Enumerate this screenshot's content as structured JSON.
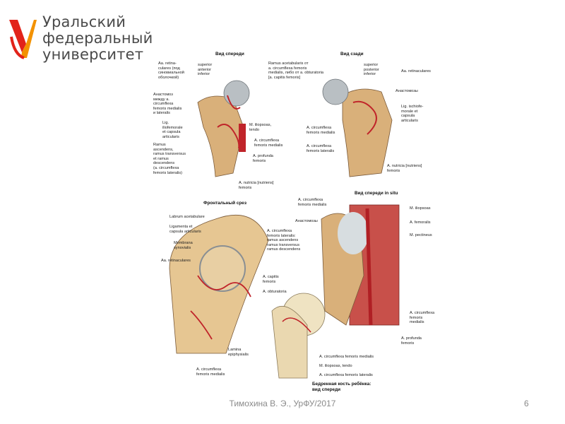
{
  "logo": {
    "lines": [
      "Уральский",
      "федеральный",
      "университет"
    ],
    "colors": {
      "red": "#e2231a",
      "orange": "#f39200",
      "text": "#4a4a4a"
    }
  },
  "plate": {
    "titles": {
      "front": "Вид спереди",
      "back": "Вид сзади",
      "frontal_section": "Фронтальный срез",
      "in_situ": "Вид спереди in situ",
      "child": "Бедренная кость ребёнка:\nвид спереди"
    },
    "labels": {
      "aa_retinaculares_front": "Aa. retina-\nculares (под\nсиновиальной\nоболочкой)",
      "sup_ant_inf": "superior\nanterior\ninferior",
      "ramus_acetabularis": "Ramus acetabularis от\na. circumflexa femoris\nmedialis, либо от a. obturatoria\n[a. capitis femoris]",
      "sup_post_inf": "superior\nposterior\ninferior",
      "aa_retinaculares_back": "Aa. retinaculares",
      "anastomosis_front": "Анастомоз\nмежду a.\ncircumflexa\nfemoris medialis\nи lateralis",
      "anastomoses_back": "Анастомозы",
      "lig_iliofemorale": "Lig.\niliofemorale\net capsula\narticularis",
      "m_iliopsoas_tendo": "M. iliopsoas,\ntendo",
      "lig_ischiofemorale": "Lig. ischiofe-\nmorale et\ncapsula\narticularis",
      "ramus_ascendens_front": "Ramus\nascendens,\nramus transversus\net ramus\ndescendens\n(a. circumflexa\nfemoris lateralis)",
      "a_circ_fem_med_front": "A. circumflexa\nfemoris medialis",
      "a_circ_fem_med_back": "A. circumflexa\nfemoris medialis",
      "a_circ_fem_lat_back": "A. circumflexa\nfemoris lateralis",
      "a_profunda_front": "A. profunda\nfemoris",
      "a_nutricia_front": "A. nutricia [nutriens]\nfemoris",
      "a_nutricia_back": "A. nutricia [nutriens]\nfemoris",
      "labrum": "Labrum acetabulare",
      "ligamenta_capsula": "Ligamenta et\ncapsula articularis",
      "membrana_synovialis": "Membrana\nsynovialis",
      "aa_retinaculares_section": "Aa. retinaculares",
      "a_capitis_femoris": "A. capitis\nfemoris",
      "a_obturatoria": "A. obturatoria",
      "lamina_epiphysialis": "Lamina\nepiphysialis",
      "a_circ_fem_med_section": "A. circumflexa\nfemoris medialis",
      "a_circ_fem_med_situ": "A. circumflexa\nfemoris medialis",
      "anastomoses_situ": "Анастомозы",
      "a_circ_fem_lat_branches": "A. circumflexa\nfemoris lateralis:\nramus ascendens\nramus transversus\nramus descendens",
      "m_iliopsoas": "M. iliopsoas",
      "a_femoralis": "A. femoralis",
      "m_pectineus": "M. pectineus",
      "a_circ_fem_situ_right": "A. circumflexa\nfemoris\nmedialis",
      "a_profunda_situ": "A. profunda\nfemoris",
      "a_circ_fem_med_child": "A. circumflexa femoris medialis",
      "m_iliopsoas_tendo_child": "M. iliopsoas, tendo",
      "a_circ_fem_lat_child": "A. circumflexa femoris lateralis"
    }
  },
  "footer": {
    "author": "Тимохина В. Э., УрФУ/2017",
    "page": "6"
  }
}
